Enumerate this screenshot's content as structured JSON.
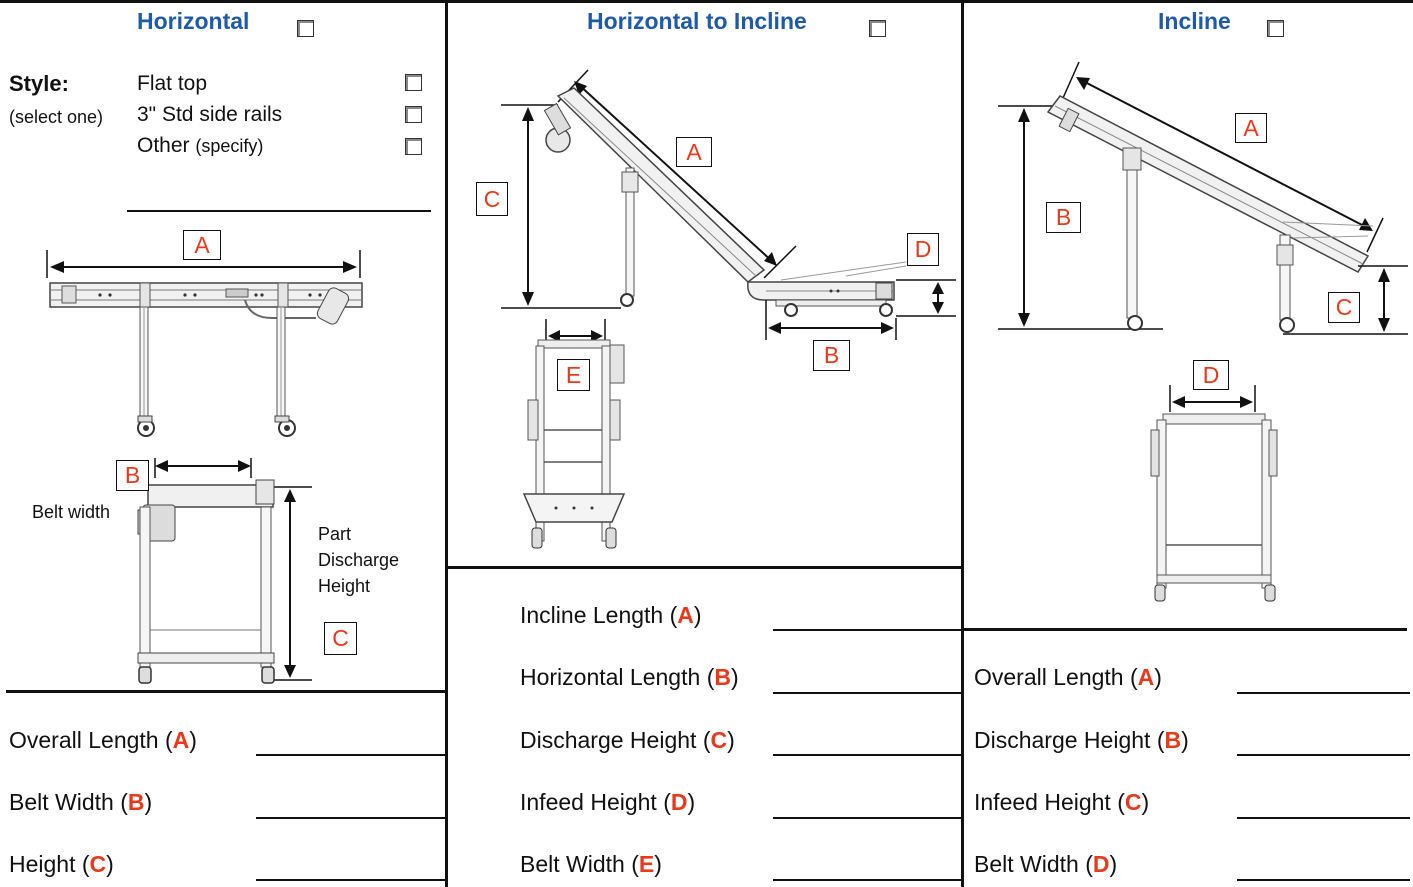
{
  "sections": {
    "horizontal": {
      "title": "Horizontal",
      "style_label": "Style:",
      "style_hint": "(select one)",
      "options": [
        {
          "text": "Flat top",
          "hint": ""
        },
        {
          "text": "3\" Std side rails",
          "hint": ""
        },
        {
          "text": "Other",
          "hint": "(specify)"
        }
      ],
      "dim_labels": {
        "a": "A",
        "b": "B",
        "c": "C"
      },
      "belt_width_label": "Belt width",
      "part_discharge_label": [
        "Part",
        "Discharge",
        "Height"
      ],
      "fields": [
        {
          "text": "Overall Length",
          "letter": "A"
        },
        {
          "text": "Belt Width",
          "letter": "B"
        },
        {
          "text": "Height",
          "letter": "C"
        }
      ]
    },
    "horizontal_to_incline": {
      "title": "Horizontal to Incline",
      "dim_labels": {
        "a": "A",
        "b": "B",
        "c": "C",
        "d": "D",
        "e": "E"
      },
      "fields": [
        {
          "text": "Incline Length",
          "letter": "A"
        },
        {
          "text": "Horizontal Length",
          "letter": "B"
        },
        {
          "text": "Discharge Height",
          "letter": "C"
        },
        {
          "text": "Infeed Height",
          "letter": "D"
        },
        {
          "text": "Belt Width",
          "letter": "E"
        }
      ]
    },
    "incline": {
      "title": "Incline",
      "dim_labels": {
        "a": "A",
        "b": "B",
        "c": "C",
        "d": "D"
      },
      "fields": [
        {
          "text": "Overall Length",
          "letter": "A"
        },
        {
          "text": "Discharge Height",
          "letter": "B"
        },
        {
          "text": "Infeed Height",
          "letter": "C"
        },
        {
          "text": "Belt Width",
          "letter": "D"
        }
      ]
    }
  },
  "colors": {
    "title_blue": "#1f5aa8",
    "letter_red": "#e8391a"
  }
}
